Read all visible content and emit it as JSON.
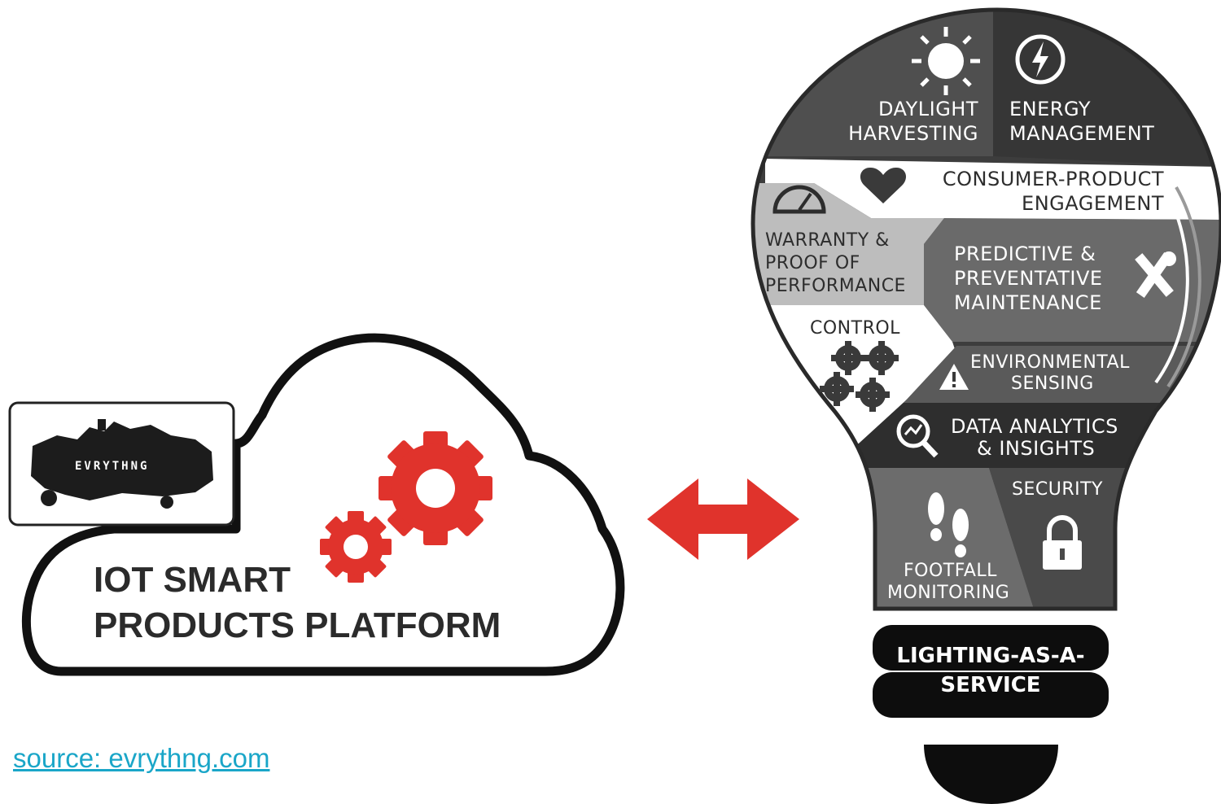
{
  "cloud": {
    "title_line1": "IOT SMART",
    "title_line2": "PRODUCTS PLATFORM",
    "logo_text": "EVRYTHNG"
  },
  "bulb": {
    "daylight": [
      "DAYLIGHT",
      "HARVESTING"
    ],
    "energy": [
      "ENERGY",
      "MANAGEMENT"
    ],
    "consumer": [
      "CONSUMER-PRODUCT",
      "ENGAGEMENT"
    ],
    "warranty": [
      "WARRANTY &",
      "PROOF OF",
      "PERFORMANCE"
    ],
    "predictive": [
      "PREDICTIVE &",
      "PREVENTATIVE",
      "MAINTENANCE"
    ],
    "control": "CONTROL",
    "environmental": [
      "ENVIRONMENTAL",
      "SENSING"
    ],
    "analytics": [
      "DATA ANALYTICS",
      "& INSIGHTS"
    ],
    "security": "SECURITY",
    "footfall": [
      "FOOTFALL",
      "MONITORING"
    ],
    "base": [
      "LIGHTING-AS-A-",
      "SERVICE"
    ]
  },
  "source_link": "source: evrythng.com",
  "colors": {
    "accent_red": "#e0332c",
    "link": "#1aa6c8"
  }
}
